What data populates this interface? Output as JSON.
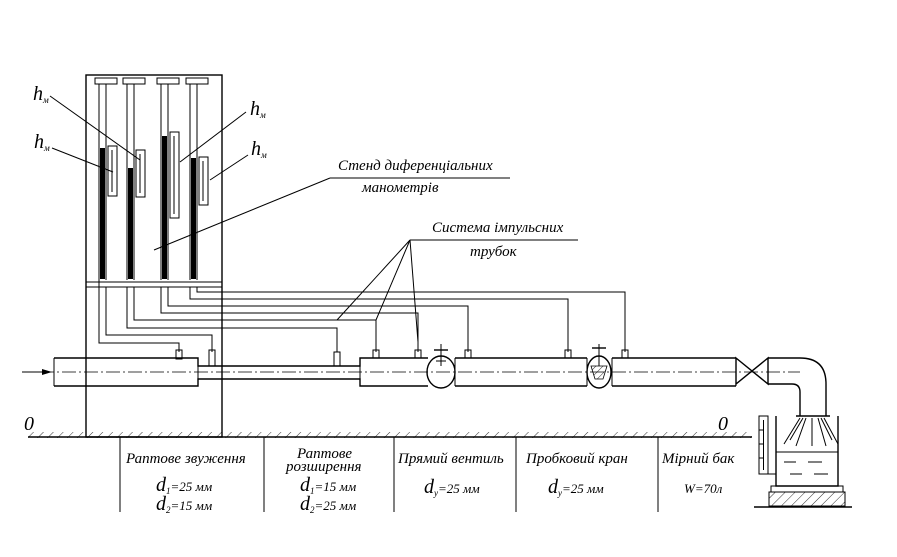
{
  "manometer_labels": [
    "h",
    "h",
    "h",
    "h"
  ],
  "manometer_label_sub": "м",
  "stand_label": {
    "line1": "Стенд диференціальних",
    "line2": "манометрів"
  },
  "impulse_label": {
    "line1": "Система імпульсних",
    "line2": "трубок"
  },
  "datum_left": "0",
  "datum_right": "0",
  "sections": [
    {
      "title1": "Раптове звуження",
      "title2": "",
      "v1": "d",
      "s1": "1",
      "r1": "=25 мм",
      "v2": "d",
      "s2": "2",
      "r2": "=15 мм"
    },
    {
      "title1": "Раптове",
      "title2": "розширення",
      "v1": "d",
      "s1": "1",
      "r1": "=15 мм",
      "v2": "d",
      "s2": "2",
      "r2": "=25 мм"
    },
    {
      "title1": "Прямий вентиль",
      "title2": "",
      "v1": "d",
      "s1": "у",
      "r1": "=25 мм",
      "v2": "",
      "s2": "",
      "r2": ""
    },
    {
      "title1": "Пробковий кран",
      "title2": "",
      "v1": "d",
      "s1": "у",
      "r1": "=25 мм",
      "v2": "",
      "s2": "",
      "r2": ""
    },
    {
      "title1": "Мірний бак",
      "title2": "",
      "v1": "W=70л",
      "s1": "",
      "r1": "",
      "v2": "",
      "s2": "",
      "r2": ""
    }
  ]
}
